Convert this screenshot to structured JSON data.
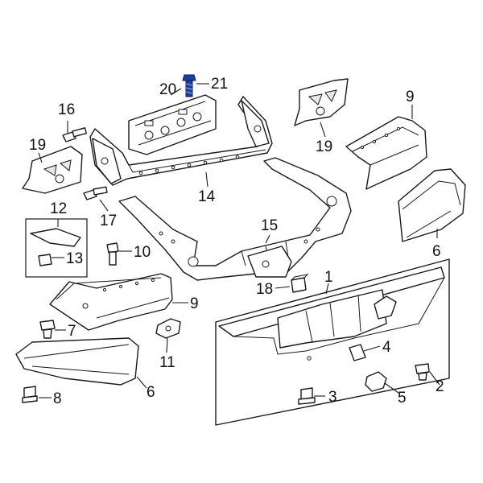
{
  "callouts": [
    {
      "id": "1",
      "label": "1"
    },
    {
      "id": "2",
      "label": "2"
    },
    {
      "id": "3",
      "label": "3"
    },
    {
      "id": "4",
      "label": "4"
    },
    {
      "id": "5",
      "label": "5"
    },
    {
      "id": "6a",
      "label": "6"
    },
    {
      "id": "6b",
      "label": "6"
    },
    {
      "id": "7",
      "label": "7"
    },
    {
      "id": "8",
      "label": "8"
    },
    {
      "id": "9a",
      "label": "9"
    },
    {
      "id": "9b",
      "label": "9"
    },
    {
      "id": "10",
      "label": "10"
    },
    {
      "id": "11",
      "label": "11"
    },
    {
      "id": "12",
      "label": "12"
    },
    {
      "id": "13",
      "label": "13"
    },
    {
      "id": "14",
      "label": "14"
    },
    {
      "id": "15",
      "label": "15"
    },
    {
      "id": "16",
      "label": "16"
    },
    {
      "id": "17",
      "label": "17"
    },
    {
      "id": "18",
      "label": "18"
    },
    {
      "id": "19a",
      "label": "19"
    },
    {
      "id": "19b",
      "label": "19"
    },
    {
      "id": "20",
      "label": "20"
    },
    {
      "id": "21",
      "label": "21"
    }
  ],
  "colors": {
    "highlight": "#1f3f9e",
    "line": "#1a1a1a",
    "background": "#ffffff"
  }
}
